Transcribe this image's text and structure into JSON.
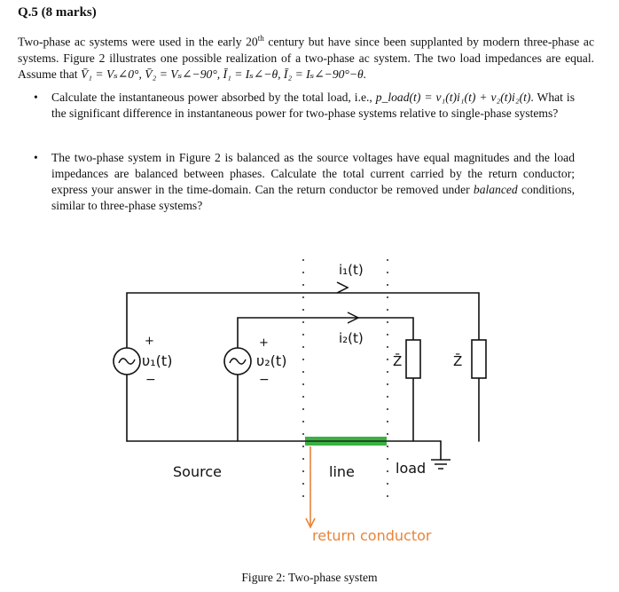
{
  "question": {
    "heading": "Q.5 (8 marks)",
    "intro_1": "Two-phase ac systems were used in the early 20",
    "intro_sup": "th",
    "intro_2": " century but have since been supplanted by modern three-phase ac systems. Figure 2 illustrates one possible realization of a two-phase ac system. The two load impedances are equal. Assume that ",
    "intro_math": "V̄₁ = Vₛ∠0°, V̄₂ = Vₛ∠−90°, Ī₁ = Iₛ∠−θ, Ī₂ = Iₛ∠−90°−θ.",
    "bullet_1a": "Calculate the instantaneous power absorbed by the total load, i.e., ",
    "bullet_1_math": "p_load(t) = v₁(t)i₁(t) + v₂(t)i₂(t)",
    "bullet_1b": ". What is the significant difference in instantaneous power for two-phase systems relative to single-phase systems?",
    "bullet_2a": "The two-phase system in Figure 2 is balanced as the source voltages have equal magnitudes and the load impedances are balanced between phases. Calculate the total current carried by the return conductor; express your answer in the time-domain. Can the return conductor be removed under ",
    "bullet_2_em": "balanced",
    "bullet_2b": " conditions, similar to three-phase systems?"
  },
  "figure": {
    "i1_label": "i₁(t)",
    "i2_label": "i₂(t)",
    "v1_label": "υ₁(t)",
    "v2_label": "υ₂(t)",
    "plus": "+",
    "minus": "−",
    "source_symbol": "~",
    "z_label": "Z̄",
    "source_label": "Source",
    "line_label": "line",
    "load_label": "load",
    "return_label": "return conductor",
    "caption": "Figure 2: Two-phase system",
    "colors": {
      "return_highlight": "#3cb043",
      "annotation": "#e8843a",
      "ink": "#111111"
    }
  }
}
